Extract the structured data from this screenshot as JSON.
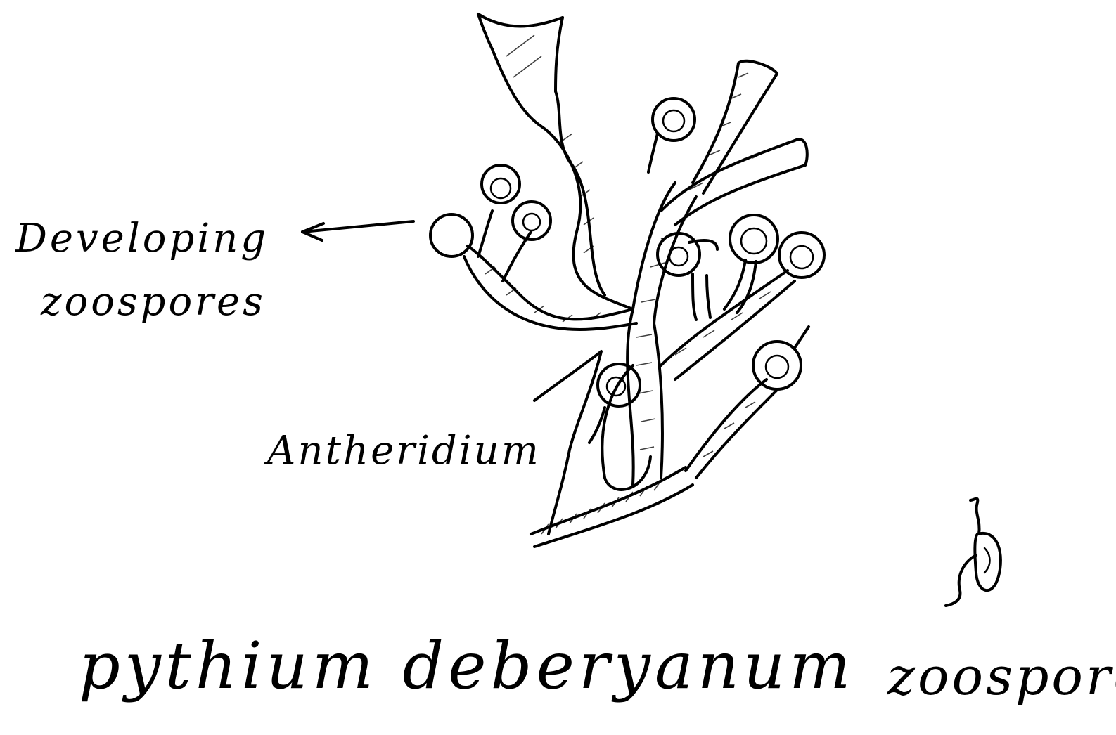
{
  "labels": {
    "developing": "Developing",
    "zoospores": "zoospores",
    "antheridium": "Antheridium",
    "title": "pythium deberyanum",
    "zoospore": "zoospore"
  },
  "colors": {
    "ink": "#000000",
    "paper": "#ffffff"
  }
}
